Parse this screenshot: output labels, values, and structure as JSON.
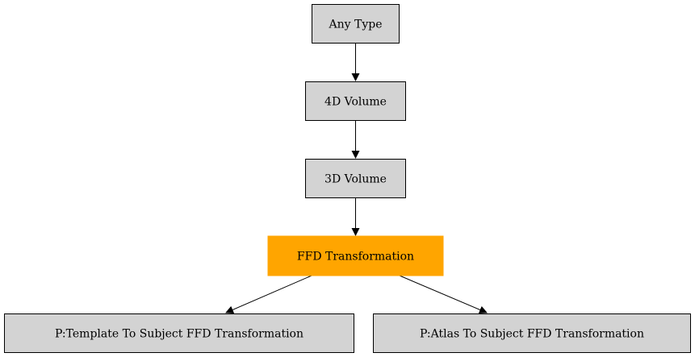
{
  "diagram": {
    "type": "graphviz-digraph",
    "nodes": [
      {
        "id": "any_type",
        "label": "Any Type",
        "fill": "#d3d3d3",
        "highlighted": false
      },
      {
        "id": "vol4d",
        "label": "4D Volume",
        "fill": "#d3d3d3",
        "highlighted": false
      },
      {
        "id": "vol3d",
        "label": "3D Volume",
        "fill": "#d3d3d3",
        "highlighted": false
      },
      {
        "id": "ffd",
        "label": "FFD Transformation",
        "fill": "#ffa500",
        "highlighted": true
      },
      {
        "id": "template_ffd",
        "label": "P:Template To Subject FFD Transformation",
        "fill": "#d3d3d3",
        "highlighted": false
      },
      {
        "id": "atlas_ffd",
        "label": "P:Atlas To Subject FFD Transformation",
        "fill": "#d3d3d3",
        "highlighted": false
      }
    ],
    "edges": [
      {
        "from": "any_type",
        "to": "vol4d"
      },
      {
        "from": "vol4d",
        "to": "vol3d"
      },
      {
        "from": "vol3d",
        "to": "ffd"
      },
      {
        "from": "ffd",
        "to": "template_ffd"
      },
      {
        "from": "ffd",
        "to": "atlas_ffd"
      }
    ]
  }
}
